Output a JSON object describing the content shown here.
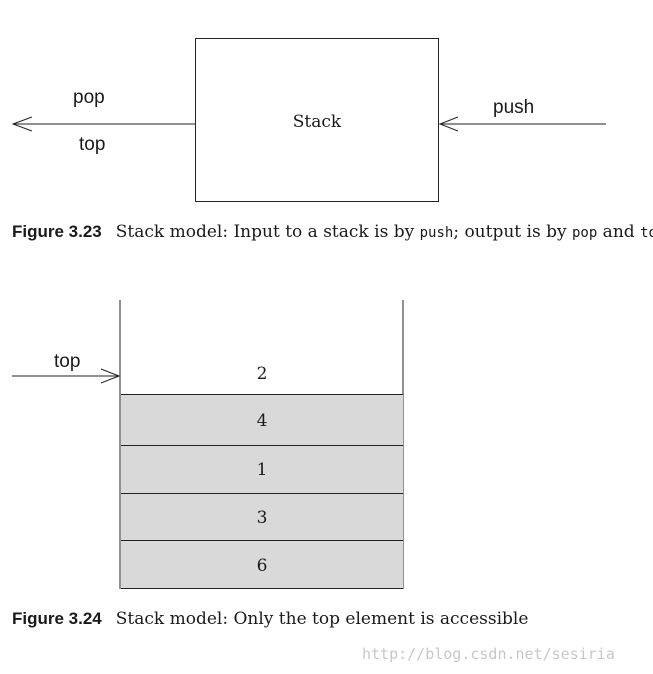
{
  "figure_323": {
    "box_label": "Stack",
    "pop_label": "pop",
    "top_label": "top",
    "push_label": "push",
    "caption": {
      "number": "Figure 3.23",
      "text_1": "Stack model: Input to a stack is by ",
      "code_push": "push",
      "text_2": "; output is by ",
      "code_pop": "pop",
      "text_3": " and ",
      "code_top": "top"
    }
  },
  "figure_324": {
    "top_label": "top",
    "cells": [
      "2",
      "4",
      "1",
      "3",
      "6"
    ],
    "caption": {
      "number": "Figure 3.24",
      "text": "Stack model: Only the top element is accessible"
    }
  },
  "watermark": "http://blog.csdn.net/sesiria"
}
